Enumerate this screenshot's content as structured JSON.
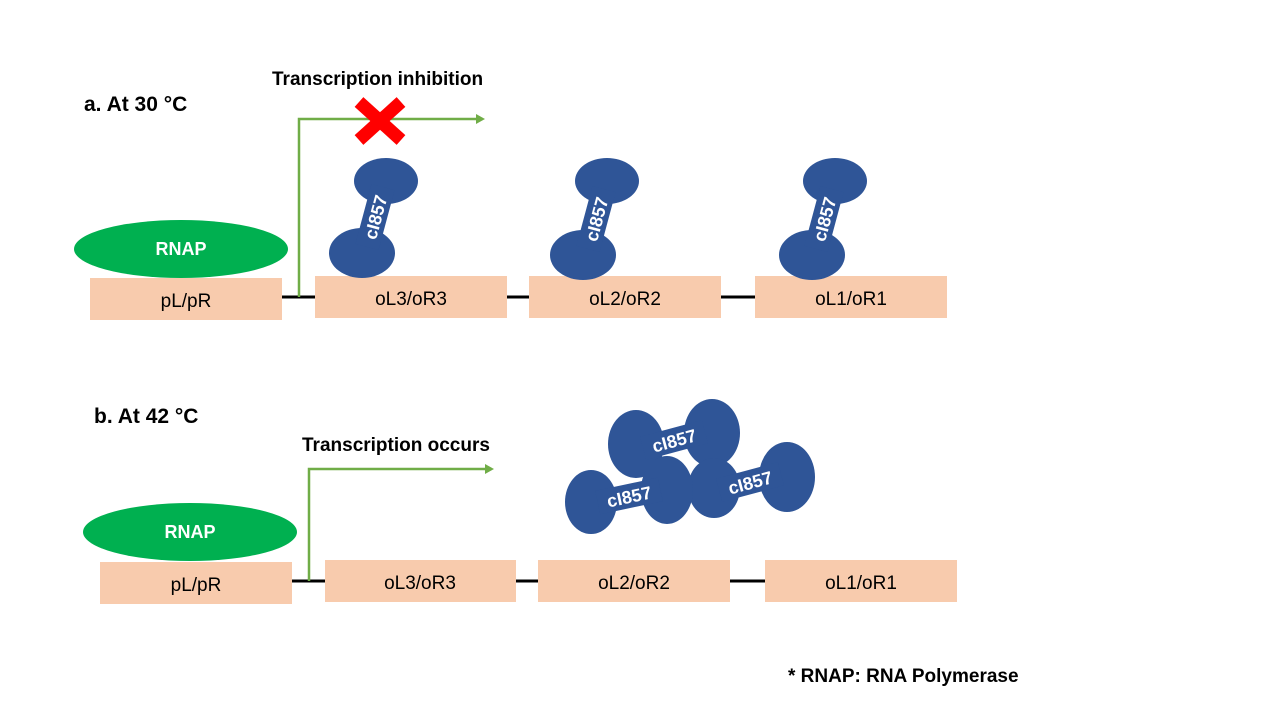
{
  "panel_a": {
    "heading": "a. At 30 °C",
    "arrow_label": "Transcription inhibition",
    "rnap_label": "RNAP",
    "promoter_label": "pL/pR",
    "operator_labels": [
      "oL3/oR3",
      "oL2/oR2",
      "oL1/oR1"
    ],
    "repressor_label": "cI857",
    "transcription_blocked": true
  },
  "panel_b": {
    "heading": "b. At 42 °C",
    "arrow_label": "Transcription occurs",
    "rnap_label": "RNAP",
    "promoter_label": "pL/pR",
    "operator_labels": [
      "oL3/oR3",
      "oL2/oR2",
      "oL1/oR1"
    ],
    "repressor_label": "cI857"
  },
  "footnote": "* RNAP: RNA Polymerase",
  "colors": {
    "dna_box": "#f8cbad",
    "rnap": "#00b050",
    "repressor": "#2f5597",
    "arrow": "#70ad47",
    "block_mark": "#ff0000",
    "line": "#000000"
  }
}
